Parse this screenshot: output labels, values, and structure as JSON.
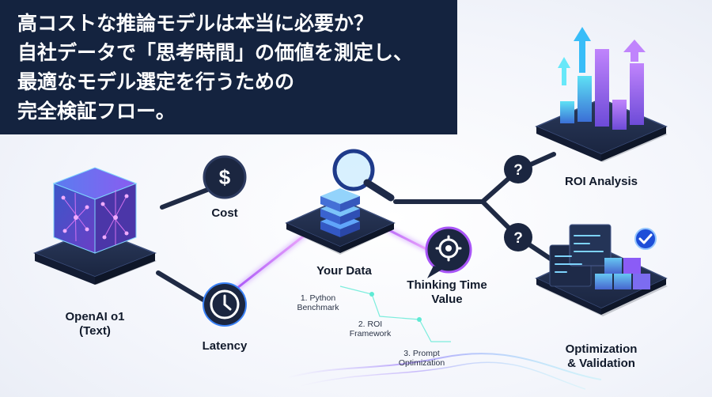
{
  "banner": {
    "lines": [
      "高コストな推論モデルは本当に必要か？",
      "自社データで「思考時間」の価値を測定し、",
      "最適なモデル選定を行うための",
      "完全検証フロー。"
    ]
  },
  "nodes": {
    "model": {
      "label_line1": "OpenAI o1",
      "label_line2": "(Text)"
    },
    "cost": {
      "label": "Cost",
      "symbol": "$"
    },
    "latency": {
      "label": "Latency"
    },
    "data": {
      "label": "Your Data"
    },
    "thinking": {
      "label_line1": "Thinking Time",
      "label_line2": "Value"
    },
    "roi": {
      "label": "ROI Analysis"
    },
    "optimization": {
      "label_line1": "Optimization",
      "label_line2": "& Validation"
    },
    "question_marks": [
      "?",
      "?"
    ]
  },
  "steps": [
    {
      "line1": "1. Python",
      "line2": "Benchmark"
    },
    {
      "line1": "2. ROI",
      "line2": "Framework"
    },
    {
      "line1": "3. Prompt",
      "line2": "Optimization"
    }
  ],
  "colors": {
    "banner_bg": "#14233f",
    "platform": "#1b2640",
    "accent_cyan": "#38c6f0",
    "accent_purple": "#9b5cf6",
    "accent_pink": "#d96bf5"
  }
}
